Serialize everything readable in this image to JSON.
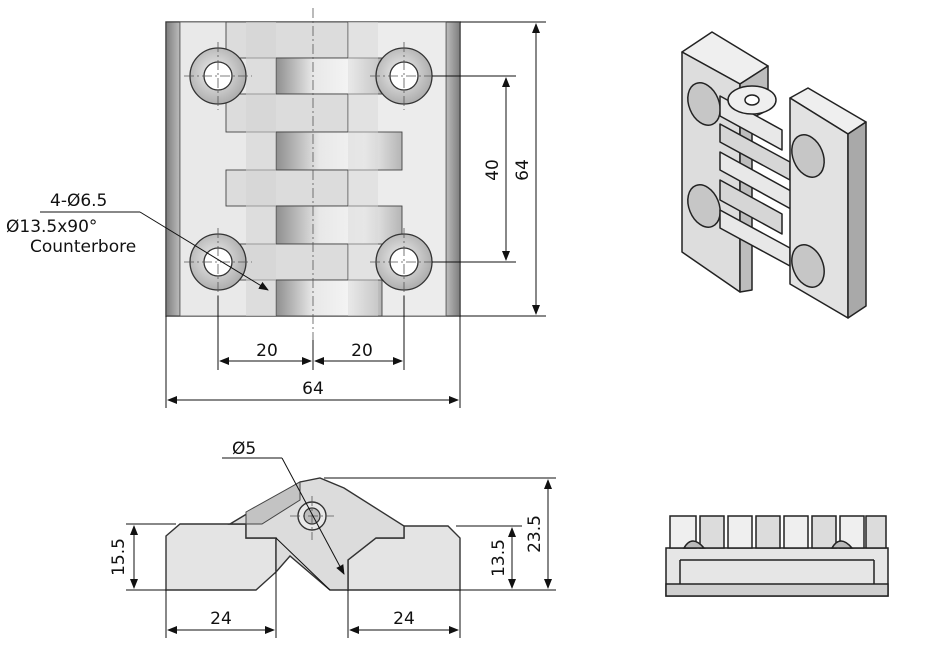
{
  "front_view": {
    "hole_note_line1": "4-Ø6.5",
    "hole_note_line2": "Ø13.5x90°",
    "hole_note_line3": "Counterbore",
    "dim_hole_spacing_vertical": "40",
    "dim_overall_height": "64",
    "dim_left_half": "20",
    "dim_right_half": "20",
    "dim_overall_width": "64"
  },
  "side_view": {
    "pin_diameter": "Ø5",
    "dim_left_height": "15.5",
    "dim_right_height": "13.5",
    "dim_overall_height": "23.5",
    "dim_left_leaf": "24",
    "dim_right_leaf": "24"
  },
  "colors": {
    "part_fill": "#e4e4e4",
    "part_shadow": "#c9c9c9",
    "part_dark": "#9c9c9c",
    "line": "#111111"
  }
}
